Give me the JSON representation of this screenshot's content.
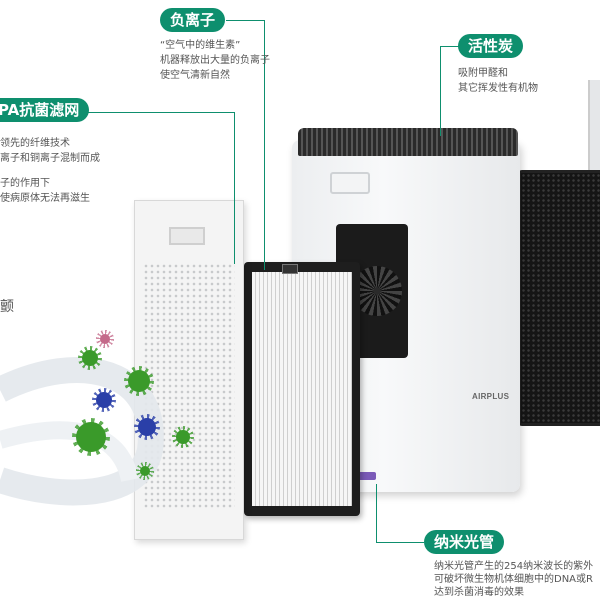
{
  "negative_ion": {
    "title": "负离子",
    "lines": [
      "“空气中的维生素”",
      "机器释放出大量的负离子",
      "使空气清新自然"
    ]
  },
  "activated_carbon": {
    "title": "活性炭",
    "lines": [
      "吸附甲醛和",
      "其它挥发性有机物"
    ]
  },
  "hepa": {
    "title": "PA抗菌滤网",
    "lines": [
      "领先的纤维技术",
      "离子和铜离子混制而成",
      "",
      "子的作用下",
      "使病原体无法再滋生"
    ],
    "stray_char": "颤"
  },
  "nano_tube": {
    "title": "纳米光管",
    "lines": [
      "纳米光管产生的254纳米波长的紫外",
      "可破坏微生物机体细胞中的DNA或R",
      "达到杀菌消毒的效果"
    ]
  },
  "brand": {
    "logo_text": "AIRPLUS"
  },
  "colors": {
    "accent": "#0e8f6e",
    "germ_green": "#3a9a2a",
    "germ_blue": "#2a3fa8",
    "germ_pink": "#c46a8a"
  }
}
